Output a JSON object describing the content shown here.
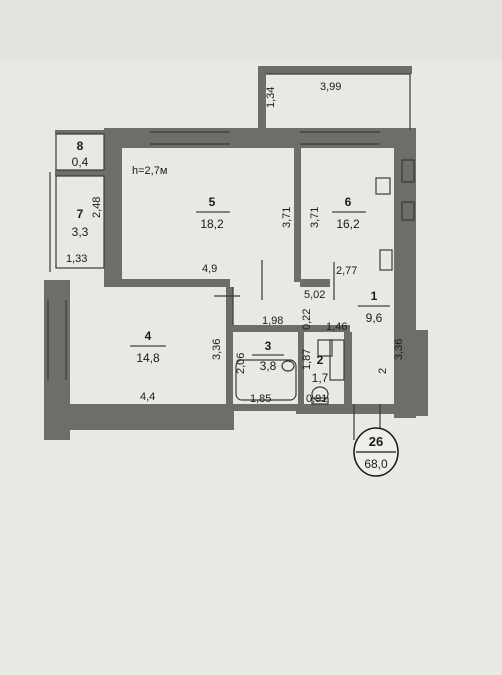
{
  "plan": {
    "ceiling_height": "h=2,7м",
    "rooms": [
      {
        "number": "1",
        "area": "9,6"
      },
      {
        "number": "2",
        "area": "1,7"
      },
      {
        "number": "3",
        "area": "3,8"
      },
      {
        "number": "4",
        "area": "14,8"
      },
      {
        "number": "5",
        "area": "18,2"
      },
      {
        "number": "6",
        "area": "16,2"
      },
      {
        "number": "7",
        "area": "3,3"
      },
      {
        "number": "8",
        "area": "0,4"
      }
    ],
    "dimensions": {
      "balcony_width": "3,99",
      "balcony_depth": "1,34",
      "room7_depth": "2,48",
      "room7_width": "1,33",
      "room5_height": "3,71",
      "room5_width": "4,9",
      "room6_height": "3,71",
      "room6_width": "2,77",
      "hall_width": "5,02",
      "hall_height": "3,36",
      "hall_depth": "2",
      "room4_height": "3,36",
      "room4_width": "4,4",
      "room3_height": "2,06",
      "room3_width": "1,98",
      "room3_bottom": "1,85",
      "room2_height": "1,87",
      "room2_top": "0,22",
      "room2_width": "1,46",
      "room2_bottom": "0,91"
    },
    "apartment": {
      "number": "26",
      "total_area": "68,0"
    }
  }
}
